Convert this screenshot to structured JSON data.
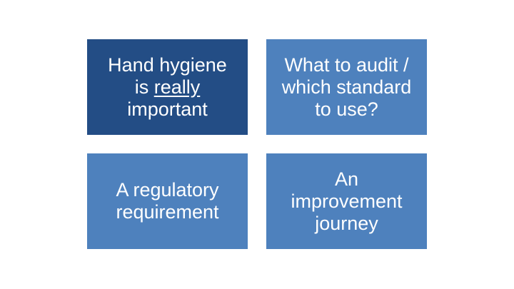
{
  "tiles": {
    "top_left": {
      "line1": "Hand hygiene",
      "line2_prefix": "is ",
      "line2_emphasis": "really",
      "line3": "important",
      "color": "#234d85"
    },
    "top_right": {
      "line1": "What to audit /",
      "line2": "which standard",
      "line3": "to use?",
      "color": "#4e81bd"
    },
    "bottom_left": {
      "line1": "A regulatory",
      "line2": "requirement",
      "color": "#4e81bd"
    },
    "bottom_right": {
      "line1": "An",
      "line2": "improvement",
      "line3": "journey",
      "color": "#4e81bd"
    }
  }
}
